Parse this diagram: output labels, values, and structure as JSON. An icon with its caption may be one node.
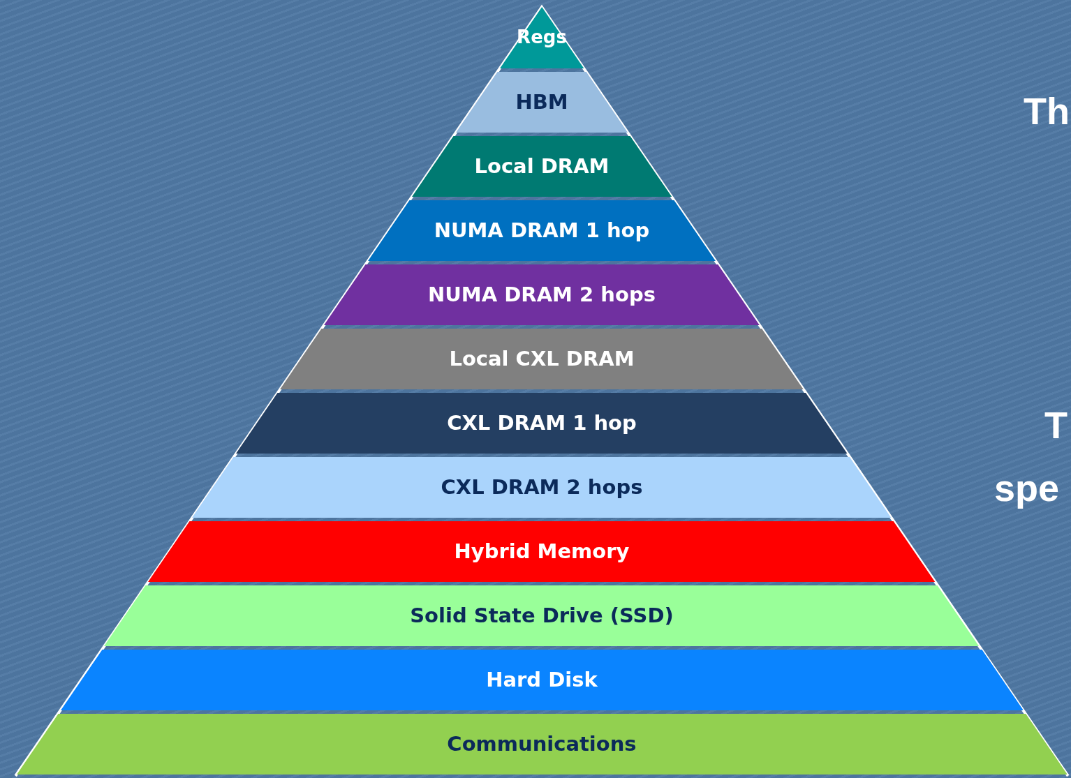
{
  "diagram": {
    "nodes": [
      {
        "text": [
          "Regs"
        ]
      },
      {
        "text": [
          "HBM"
        ]
      },
      {
        "text": [
          "Local DRAM"
        ]
      },
      {
        "text": [
          "NUMA DRAM 1 hop"
        ]
      },
      {
        "text": [
          "NUMA DRAM 2 hops"
        ]
      },
      {
        "text": [
          "Local CXL DRAM"
        ]
      },
      {
        "text": [
          "CXL DRAM 1 hop"
        ]
      },
      {
        "text": [
          "CXL DRAM 2 hops"
        ]
      },
      {
        "text": [
          "Hybrid Memory"
        ]
      },
      {
        "text": [
          "Solid State Drive (SSD)"
        ]
      },
      {
        "text": [
          "Hard Disk"
        ]
      },
      {
        "text": [
          "Communications"
        ]
      }
    ],
    "labels": [
      "Th",
      "T",
      "spe"
    ]
  }
}
